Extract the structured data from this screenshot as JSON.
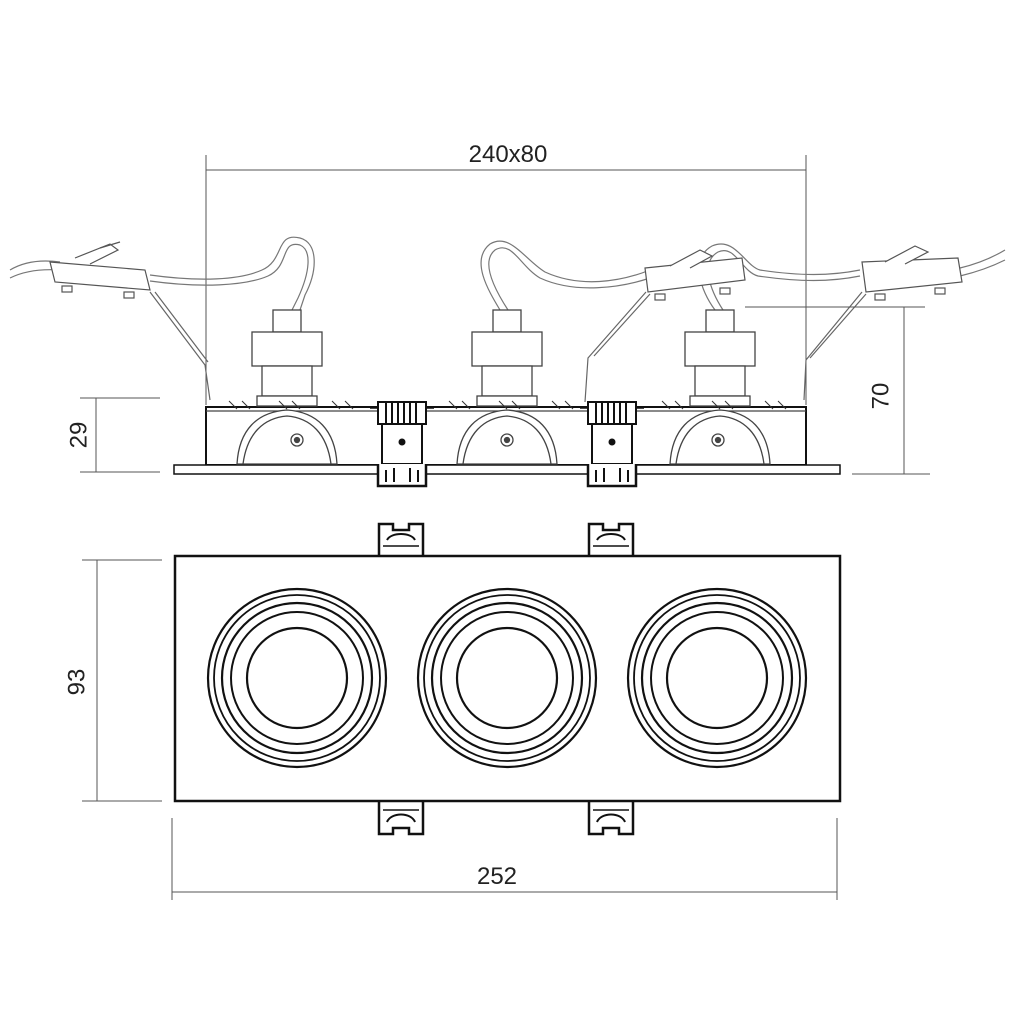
{
  "dimensions": {
    "cutout": "240x80",
    "depth_visible": "29",
    "depth_total": "70",
    "width": "93",
    "length": "252"
  },
  "colors": {
    "line": "#111111",
    "wire": "#777777",
    "background": "#ffffff"
  },
  "lamps": [
    {
      "label": ""
    },
    {
      "label": ""
    },
    {
      "label": ""
    }
  ],
  "icons": {
    "spring-clip": "spring-clip-icon",
    "socket": "gu10-socket-icon",
    "reflector": "reflector-icon"
  }
}
